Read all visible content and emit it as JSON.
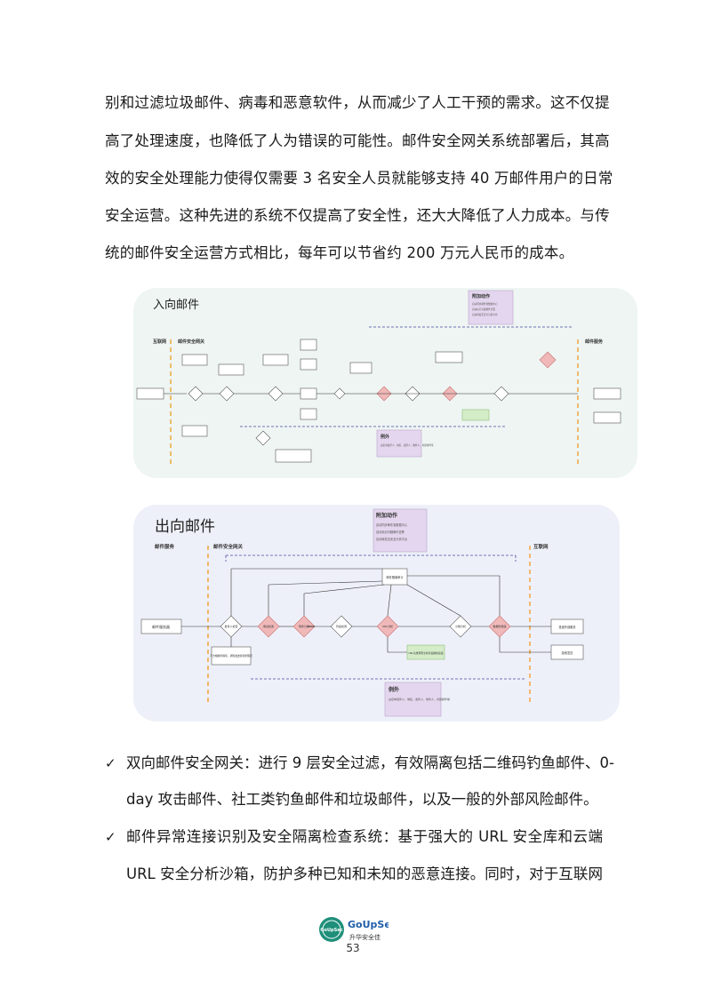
{
  "intro_lines": [
    "别和过滤垃圾邮件、病毒和恶意软件，从而减少了人工干预的需求。这不仅提",
    "高了处理速度，也降低了人为错误的可能性。邮件安全网关系统部署后，其高",
    "效的安全处理能力使得仅需要 3 名安全人员就能够支持 40 万邮件用户的日常",
    "安全运营。这种先进的系统不仅提高了安全性，还大大降低了人力成本。与传",
    "统的邮件安全运营方式相比，每年可以节省约 200 万元人民币的成本。"
  ],
  "inbound": {
    "title": "入向邮件",
    "lane_left": "互联网",
    "lane_gateway": "邮件安全网关",
    "lane_right": "邮件服务",
    "extra_title": "附加动作",
    "extra_items": [
      "自动同步邮件到数据中心",
      "自动标记可疑邮件告警",
      "自动转发至安全分析平台"
    ],
    "exception_title": "例外",
    "exception_text": "白名单发件人、域名、发件人、收件人、内部邮件等"
  },
  "outbound": {
    "title": "出向邮件",
    "lane_left": "邮件服务",
    "lane_gateway": "邮件安全网关",
    "lane_right": "互联网",
    "extra_title": "附加动作",
    "extra_items": [
      "自动同步邮件到数据中心",
      "自动标记可疑邮件告警",
      "自动转发至安全分析平台"
    ],
    "exception_title": "例外",
    "exception_text": "白名单发件人、域名、发件人、收件人、内部邮件等",
    "nodes": {
      "source": "邮件服务器",
      "check1": "发件人检查",
      "avscan": "病毒检测",
      "attach": "附件分析",
      "phish": "钓鱼检测",
      "url": "URL分析",
      "sandbox": "沙箱分析",
      "dlp": "数据防泄露",
      "result": "邮件隔离审计",
      "deliver": "投递外部服务",
      "reject": "拒绝发送",
      "quarantine": "不合规邮件隔离，通知发送者和管理员",
      "urldb": "URL信誉库安全检查后继续投递"
    }
  },
  "bullet_lines": [
    [
      "双向邮件安全网关：进行 9 层安全过滤，有效隔离包括二维码钓鱼邮件、0-",
      "day 攻击邮件、社工类钓鱼邮件和垃圾邮件，以及一般的外部风险邮件。"
    ],
    [
      "邮件异常连接识别及安全隔离检查系统：基于强大的 URL 安全库和云端",
      "URL 安全分析沙箱，防护多种已知和未知的恶意连接。同时，对于互联网"
    ]
  ],
  "footer": {
    "logo_text": "GoUpSec",
    "logo_sub": "升华安全佳",
    "page_number": "53",
    "accent": "#1f8f7a"
  }
}
